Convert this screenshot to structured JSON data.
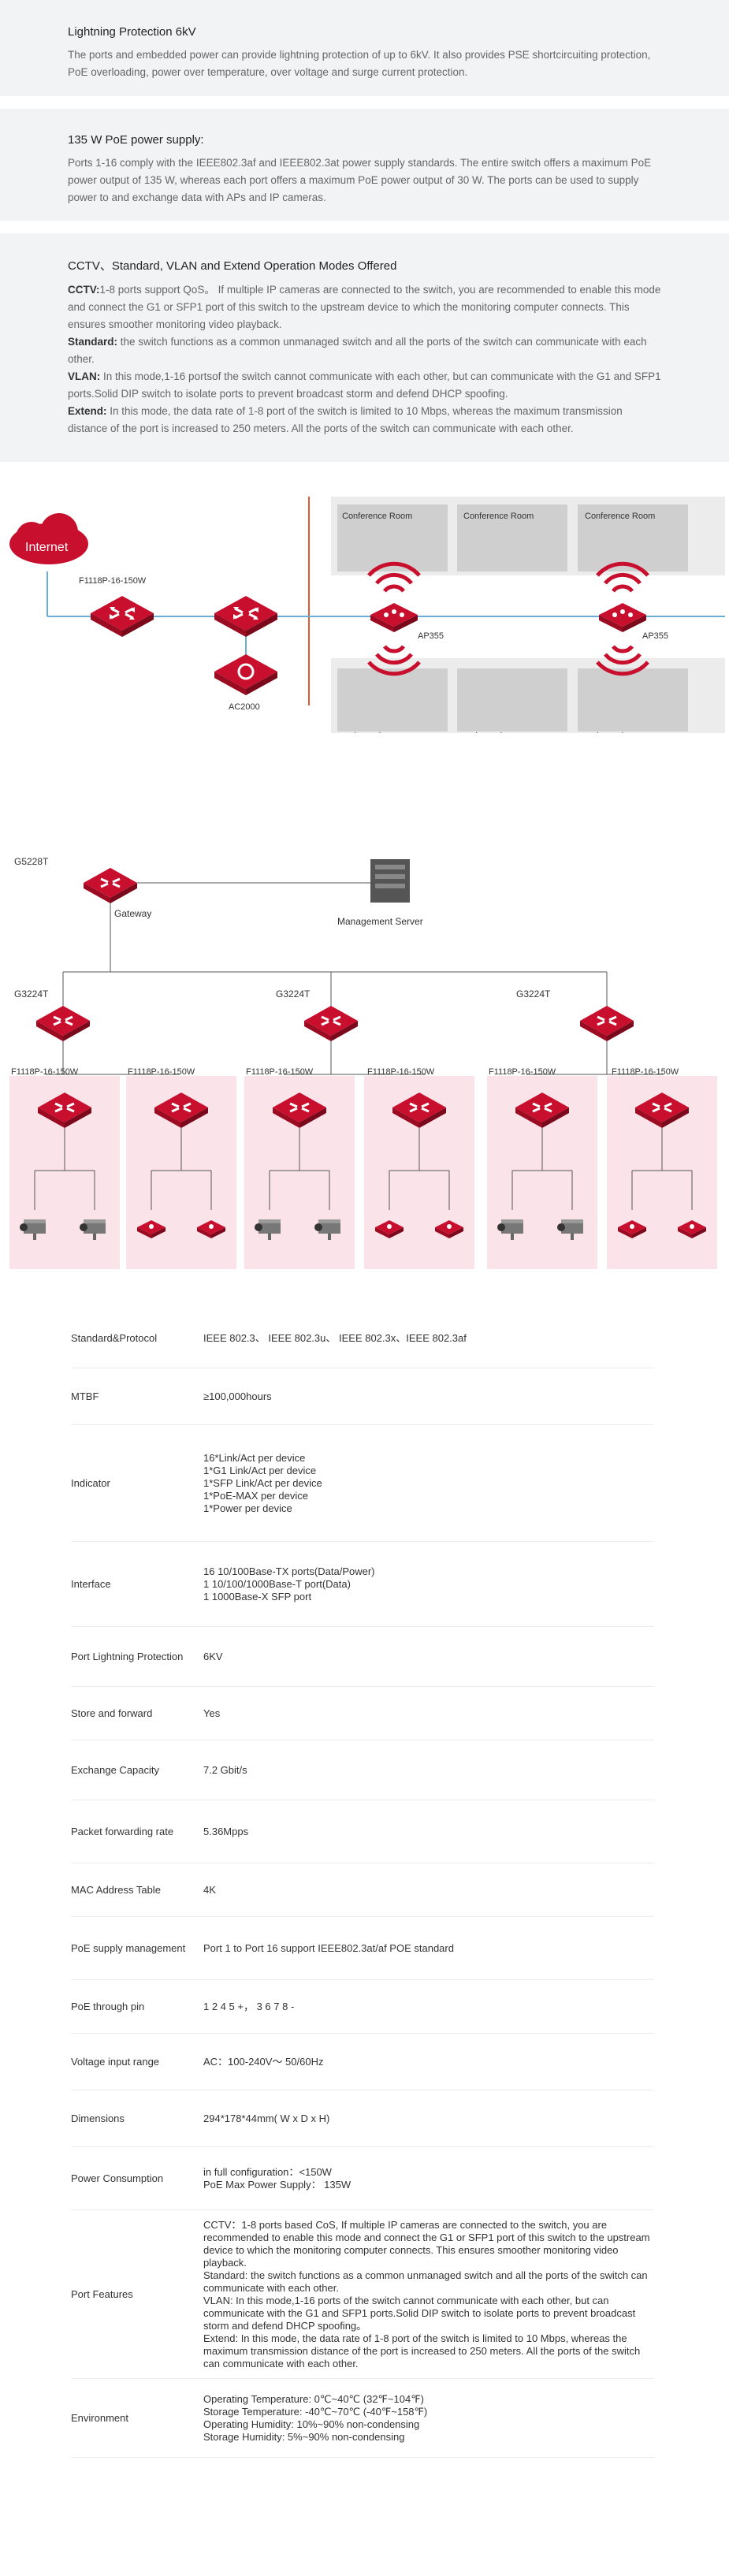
{
  "lightning": {
    "title": "Lightning Protection 6kV",
    "body": "The ports and embedded power can provide lightning protection of up to 6kV. It also provides PSE shortcircuiting protection, PoE overloading, power over temperature, over voltage and surge current protection."
  },
  "poe": {
    "title": "135 W PoE power supply:",
    "body": "Ports 1-16 comply with the IEEE802.3af and IEEE802.3at power supply standards. The entire switch offers a maximum PoE power output of 135 W, whereas each port offers a maximum PoE power output of 30 W. The ports can be used to supply power to and exchange data with APs and IP cameras."
  },
  "modes": {
    "title": "CCTV、Standard, VLAN and Extend Operation Modes Offered",
    "cctv_label": "CCTV:",
    "cctv_text": "1-8 ports support QoS。 If multiple IP cameras are connected to the switch, you are recommended to enable this mode and connect the G1 or SFP1 port of this switch to the upstream device to which the monitoring computer connects. This ensures smoother monitoring video playback.",
    "standard_label": "Standard:",
    "standard_text": " the switch functions as a common unmanaged switch and all the ports of the switch can communicate with each other.",
    "vlan_label": "VLAN:",
    "vlan_text": " In this mode,1-16 portsof the switch cannot communicate with each other, but can communicate with the G1 and SFP1 ports.Solid DIP switch to isolate ports to prevent broadcast storm and defend DHCP spoofing.",
    "extend_label": "Extend:",
    "extend_text": " In this mode, the data rate of 1-8 port of the switch is limited to 10 Mbps, whereas the maximum transmission distance of the port is increased to 250 meters. All the ports of the switch can communicate with each other."
  },
  "diagram1": {
    "internet": "Internet",
    "switch_label": "F1118P-16-150W",
    "ac_label": "AC2000",
    "ap_label_1": "AP355",
    "ap_label_2": "AP355",
    "room_1": "Conference Room",
    "room_2": "Conference Room",
    "room_3": "Conference Room",
    "rest_1": "restaurant",
    "rest_2": "restaurant",
    "rest_3": "restaurant"
  },
  "diagram2": {
    "core_label": "G5228T",
    "gateway_label": "Gateway",
    "server_label": "Management Server",
    "agg_1": "G3224T",
    "agg_2": "G3224T",
    "agg_3": "G3224T",
    "access_1": "F1118P-16-150W",
    "access_2": "F1118P-16-150W",
    "access_3": "F1118P-16-150W",
    "access_4": "F1118P-16-150W",
    "access_5": "F1118P-16-150W",
    "access_6": "F1118P-16-150W"
  },
  "specs": [
    {
      "key": "Standard&Protocol",
      "value": "IEEE 802.3、 IEEE 802.3u、 IEEE 802.3x、IEEE 802.3af"
    },
    {
      "key": "MTBF",
      "value": "≥100,000hours"
    },
    {
      "key": "Indicator",
      "value": "16*Link/Act per device\n1*G1 Link/Act  per device\n1*SFP Link/Act  per device\n1*PoE-MAX per device\n1*Power per device"
    },
    {
      "key": "Interface",
      "value": "16 10/100Base-TX ports(Data/Power)\n1 10/100/1000Base-T port(Data)\n1 1000Base-X SFP port"
    },
    {
      "key": "Port Lightning Protection",
      "value": "6KV"
    },
    {
      "key": "Store and forward",
      "value": "Yes"
    },
    {
      "key": "Exchange Capacity",
      "value": "7.2 Gbit/s"
    },
    {
      "key": "Packet forwarding rate",
      "value": "5.36Mpps"
    },
    {
      "key": "MAC Address Table",
      "value": "4K"
    },
    {
      "key": "PoE supply management",
      "value": "Port 1 to Port 16 support  IEEE802.3at/af POE standard"
    },
    {
      "key": "PoE through pin",
      "value": "1 2 4 5 +， 3 6 7 8 -"
    },
    {
      "key": "Voltage input range",
      "value": "AC：100-240V～ 50/60Hz"
    },
    {
      "key": "Dimensions",
      "value": "294*178*44mm( W x D x H)"
    },
    {
      "key": "Power Consumption",
      "value": "in full configuration：<150W\nPoE Max Power Supply： 135W"
    },
    {
      "key": "Port Features",
      "value": "CCTV：1-8 ports based CoS, If multiple IP cameras are connected to the switch, you are recommended to enable this mode and connect the G1 or SFP1 port of this switch to the upstream device to which the monitoring computer connects. This ensures smoother monitoring video playback.\nStandard: the switch functions as a common unmanaged switch and all the ports of the switch can communicate with each other.\nVLAN: In this mode,1-16 ports of the switch cannot communicate with each other, but can communicate with the G1 and SFP1 ports.Solid DIP switch to isolate ports to prevent broadcast storm and defend DHCP spoofing。\nExtend: In this mode, the data rate of 1-8 port of the switch is limited to 10 Mbps, whereas the maximum transmission distance of the port is increased to 250 meters. All the ports of the switch can communicate with each other."
    },
    {
      "key": "Environment",
      "value": "Operating Temperature: 0℃~40℃ (32℉~104℉)\nStorage Temperature: -40℃~70℃ (-40℉~158℉)\nOperating Humidity: 10%~90% non-condensing\nStorage Humidity: 5%~90% non-condensing"
    }
  ]
}
